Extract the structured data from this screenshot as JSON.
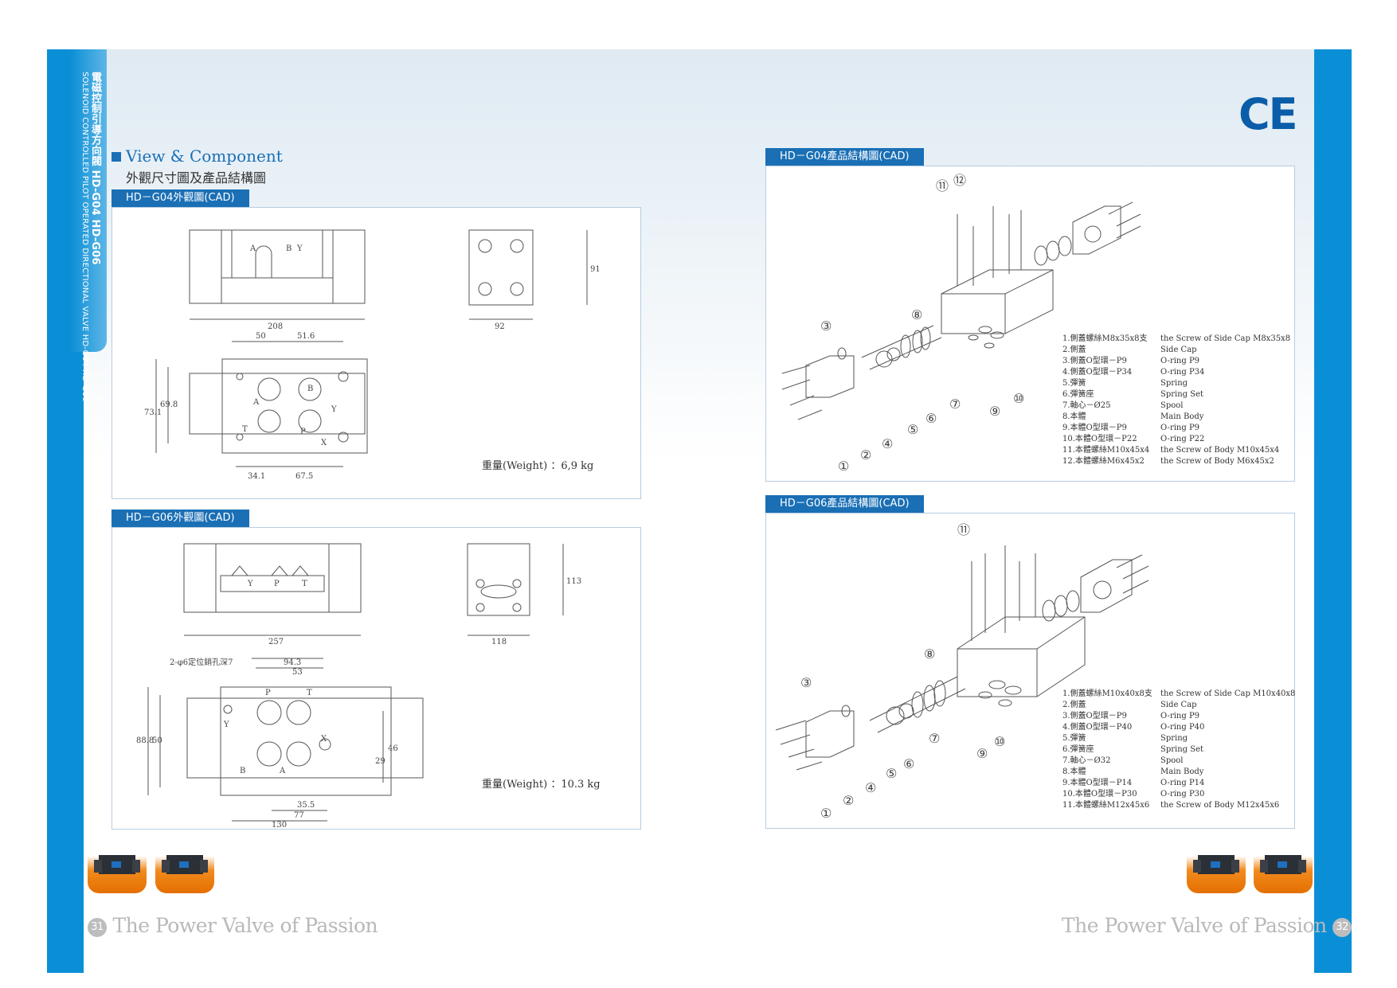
{
  "header": {
    "side_tab_zh": "電磁控制引導方向閥 HD-G04 HD-G06",
    "side_tab_en": "SOLENOID CONTROLLED PILOT OPERATED DIRECTIONAL VALVE HD-G04 HD-G06",
    "ce_mark": "CE"
  },
  "section": {
    "title_en": "View & Component",
    "title_zh": "外觀尺寸圖及產品結構圖"
  },
  "left": {
    "g04_badge": "HD－G04外觀圖(CAD)",
    "g04_weight": "重量(Weight) ：6,9 kg",
    "g04_dims": {
      "front_width": "208",
      "side_width": "92",
      "side_height": "91",
      "d50": "50",
      "d51_6": "51.6",
      "d73_1": "73.1",
      "d69_8": "69.8",
      "d34_1": "34.1",
      "d67_5": "67.5"
    },
    "g04_ports_top": {
      "a": "A",
      "b": "B",
      "y": "Y"
    },
    "g04_ports_bottom": {
      "a": "A",
      "b": "B",
      "y": "Y",
      "t": "T",
      "p": "P",
      "x": "X"
    },
    "g06_badge": "HD－G06外觀圖(CAD)",
    "g06_weight": "重量(Weight) ：10.3 kg",
    "g06_dims": {
      "front_width": "257",
      "side_width": "118",
      "side_height": "113",
      "d94_3": "94.3",
      "d53": "53",
      "d88_8": "88.8",
      "d50": "50",
      "d46": "46",
      "d35_5": "35.5",
      "d77": "77",
      "d130": "130",
      "d29": "29"
    },
    "g06_note": "2-φ6定位銷孔深7",
    "g06_ports_top": {
      "y": "Y",
      "p": "P",
      "t": "T"
    },
    "g06_ports_bottom": {
      "p": "P",
      "t": "T",
      "y": "Y",
      "x": "X",
      "b": "B",
      "a": "A"
    }
  },
  "right": {
    "g04_badge": "HD－G04產品結構圖(CAD)",
    "g04_callouts": [
      "①",
      "②",
      "③",
      "④",
      "⑤",
      "⑥",
      "⑦",
      "⑧",
      "⑨",
      "⑩",
      "⑪",
      "⑫"
    ],
    "g04_parts": [
      {
        "zh": "1.側蓋螺絲M8x35x8支",
        "en": "the Screw of Side Cap M8x35x8"
      },
      {
        "zh": "2.側蓋",
        "en": "Side Cap"
      },
      {
        "zh": "3.側蓋O型環－P9",
        "en": "O-ring P9"
      },
      {
        "zh": "4.側蓋O型環－P34",
        "en": "O-ring P34"
      },
      {
        "zh": "5.彈簧",
        "en": "Spring"
      },
      {
        "zh": "6.彈簧座",
        "en": "Spring Set"
      },
      {
        "zh": "7.軸心－Ø25",
        "en": "Spool"
      },
      {
        "zh": "8.本體",
        "en": "Main Body"
      },
      {
        "zh": "9.本體O型環－P9",
        "en": "O-ring P9"
      },
      {
        "zh": "10.本體O型環－P22",
        "en": "O-ring P22"
      },
      {
        "zh": "11.本體螺絲M10x45x4",
        "en": "the Screw of Body M10x45x4"
      },
      {
        "zh": "12.本體螺絲M6x45x2",
        "en": "the Screw of Body M6x45x2"
      }
    ],
    "g06_badge": "HD－G06產品結構圖(CAD)",
    "g06_callouts": [
      "①",
      "②",
      "③",
      "④",
      "⑤",
      "⑥",
      "⑦",
      "⑧",
      "⑨",
      "⑩",
      "⑪"
    ],
    "g06_parts": [
      {
        "zh": "1.側蓋螺絲M10x40x8支",
        "en": "the Screw of Side Cap M10x40x8"
      },
      {
        "zh": "2.側蓋",
        "en": "Side Cap"
      },
      {
        "zh": "3.側蓋O型環－P9",
        "en": "O-ring P9"
      },
      {
        "zh": "4.側蓋O型環－P40",
        "en": "O-ring P40"
      },
      {
        "zh": "5.彈簧",
        "en": "Spring"
      },
      {
        "zh": "6.彈簧座",
        "en": "Spring Set"
      },
      {
        "zh": "7.軸心－Ø32",
        "en": "Spool"
      },
      {
        "zh": "8.本體",
        "en": "Main Body"
      },
      {
        "zh": "9.本體O型環－P14",
        "en": "O-ring P14"
      },
      {
        "zh": "10.本體O型環－P30",
        "en": "O-ring P30"
      },
      {
        "zh": "11.本體螺絲M12x45x6",
        "en": "the Screw of Body M12x45x6"
      }
    ]
  },
  "footer": {
    "left_page": "31",
    "right_page": "32",
    "slogan": "The Power Valve of Passion"
  },
  "colors": {
    "accent": "#0a8fd6",
    "badge": "#1a6fb5",
    "orange": "#e46f00"
  }
}
